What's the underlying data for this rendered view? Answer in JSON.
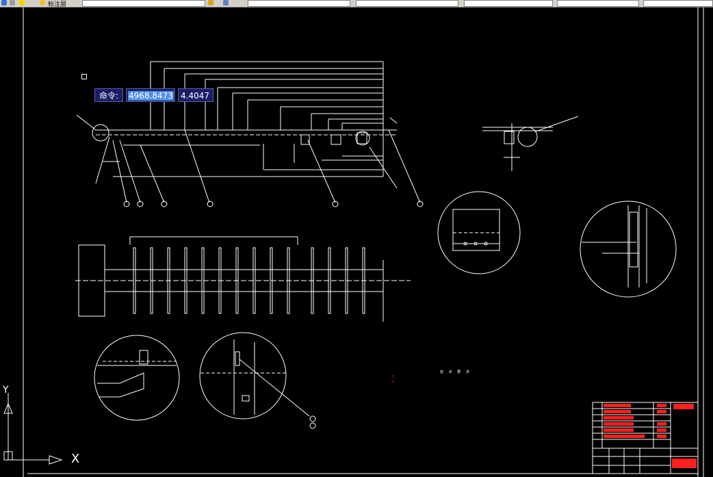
{
  "toolbar": {
    "layer_name": "标注层",
    "field_1": "",
    "field_2": "",
    "field_3": "",
    "field_4": "",
    "field_5": "",
    "field_6": ""
  },
  "command_input": {
    "label": "命令:",
    "x_value": "4968.8473",
    "y_value": "4.4047"
  },
  "ucs": {
    "x_label": "X",
    "y_label": "Y"
  },
  "notes": {
    "heading": "技 术 要 求",
    "line1": "1.",
    "line2": "",
    "line3": "2."
  },
  "colors": {
    "background": "#000000",
    "lines": "#ffffff",
    "annotation_red": "#ff2020",
    "command_bg": "#1b1d66",
    "highlight": "#4f8fe6"
  }
}
